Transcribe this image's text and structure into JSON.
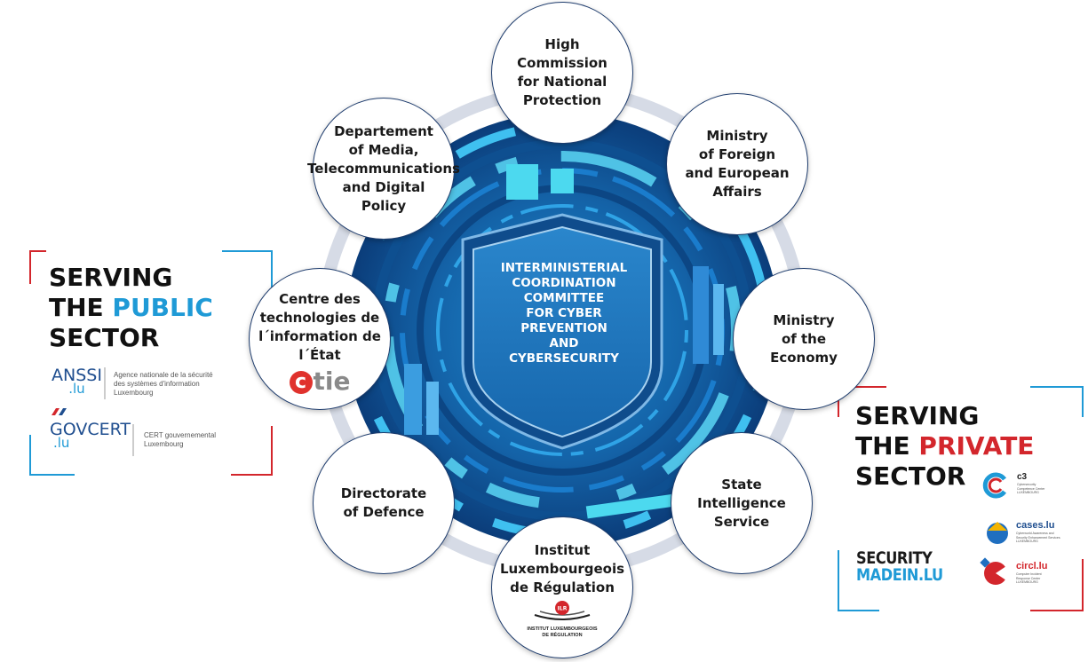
{
  "center": {
    "title": "INTERMINISTERIAL\nCOORDINATION\nCOMMITTEE\nFOR CYBER\nPREVENTION\nAND\nCYBERSECURITY"
  },
  "nodes": [
    {
      "label": "High\nCommission\nfor National\nProtection"
    },
    {
      "label": "Ministry\nof Foreign\nand European\nAffairs"
    },
    {
      "label": "Ministry\nof the\nEconomy"
    },
    {
      "label": "State\nIntelligence\nService"
    },
    {
      "label": "Institut\nLuxembourgeois\nde Régulation",
      "logo_text": "ILR",
      "logo_caption": "INSTITUT LUXEMBOURGEOIS\nDE RÉGULATION"
    },
    {
      "label": "Directorate\nof Defence"
    },
    {
      "label": "Centre des\ntechnologies de\nl´information de\nl´État",
      "logo_text": "ctie"
    },
    {
      "label": "Departement\nof Media,\nTelecommunications\nand Digital\nPolicy"
    }
  ],
  "public_sector": {
    "line1": "SERVING",
    "line2_a": "THE ",
    "line2_b": "PUBLIC",
    "line3": "SECTOR",
    "logos": [
      {
        "name": "ANSSI",
        "suffix": ".lu",
        "desc": "Agence nationale de la sécurité\ndes systèmes d'information\nLuxembourg"
      },
      {
        "name": "GOVCERT",
        "suffix": ".lu",
        "desc": "CERT gouvernemental\nLuxembourg"
      }
    ]
  },
  "private_sector": {
    "line1": "SERVING",
    "line2_a": "THE ",
    "line2_b": "PRIVATE",
    "line3": "SECTOR",
    "security_line1": "SECURITY",
    "security_line2_a": "MADE",
    "security_line2_b": "IN.LU",
    "logos": [
      {
        "name": "c3",
        "desc": "Cybersecurity\nCompetence Center\nLUXEMBOURG"
      },
      {
        "name": "cases.lu",
        "desc": "Cyberworld Awareness and\nSecurity Enhancement Services\nLUXEMBOURG"
      },
      {
        "name": "circl.lu",
        "desc": "Computer Incident\nResponse Center\nLUXEMBOURG"
      }
    ]
  },
  "colors": {
    "accent_blue": "#1f9ad6",
    "accent_red": "#d3262c",
    "shield_blue": "#1b6fb0",
    "node_border": "#1f3d6e"
  }
}
